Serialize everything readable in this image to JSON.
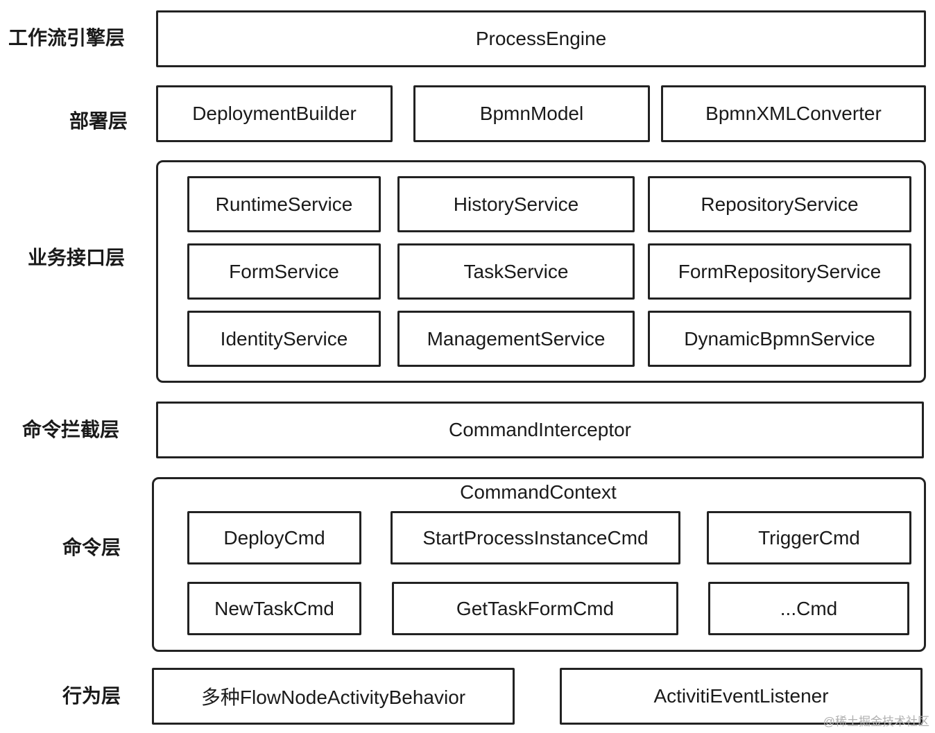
{
  "layers": {
    "engine": "工作流引擎层",
    "deploy": "部署层",
    "service": "业务接口层",
    "interceptor": "命令拦截层",
    "command": "命令层",
    "behavior": "行为层"
  },
  "engine": {
    "process_engine": "ProcessEngine"
  },
  "deploy": {
    "deployment_builder": "DeploymentBuilder",
    "bpmn_model": "BpmnModel",
    "bpmn_xml_converter": "BpmnXMLConverter"
  },
  "services": {
    "runtime": "RuntimeService",
    "history": "HistoryService",
    "repository": "RepositoryService",
    "form": "FormService",
    "task": "TaskService",
    "form_repository": "FormRepositoryService",
    "identity": "IdentityService",
    "management": "ManagementService",
    "dynamic_bpmn": "DynamicBpmnService"
  },
  "interceptor": {
    "command_interceptor": "CommandInterceptor"
  },
  "commands": {
    "context_title": "CommandContext",
    "deploy": "DeployCmd",
    "start_process_instance": "StartProcessInstanceCmd",
    "trigger": "TriggerCmd",
    "new_task": "NewTaskCmd",
    "get_task_form": "GetTaskFormCmd",
    "etc": "...Cmd"
  },
  "behavior": {
    "flow_node_activity_behavior": "多种FlowNodeActivityBehavior",
    "activiti_event_listener": "ActivitiEventListener"
  },
  "watermark": "@稀土掘金技术社区"
}
